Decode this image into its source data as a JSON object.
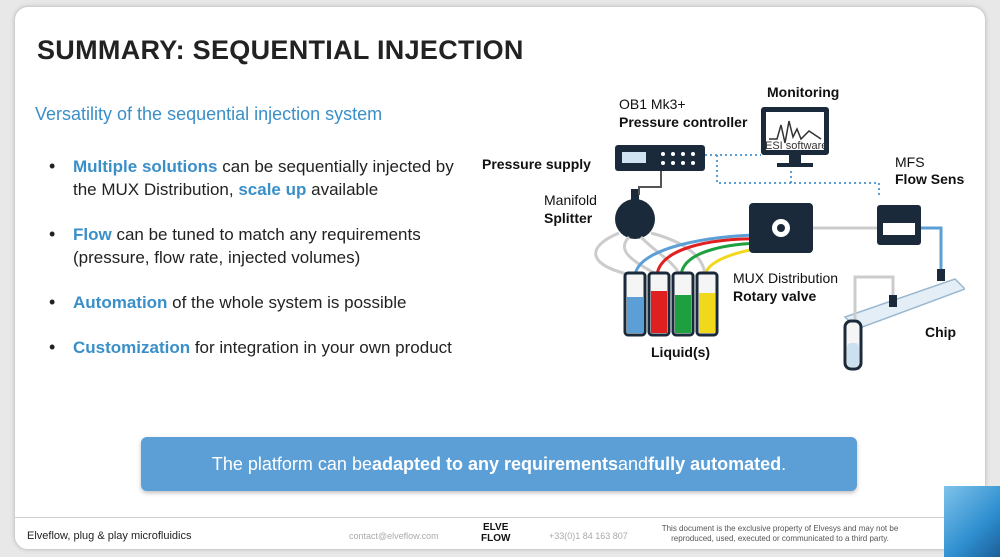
{
  "slide": {
    "title": "SUMMARY: SEQUENTIAL INJECTION",
    "subtitle": "Versatility of the sequential injection system",
    "bullets": [
      {
        "hl": "Multiple solutions",
        "text1": " can be sequentially injected by the MUX Distribution, ",
        "hl2": "scale up",
        "text2": " available"
      },
      {
        "hl": "Flow",
        "text1": " can be tuned to match any requirements (pressure, flow rate, injected volumes)"
      },
      {
        "hl": "Automation",
        "text1": " of the whole system is possible"
      },
      {
        "hl": "Customization",
        "text1": " for integration in your own product"
      }
    ],
    "banner": {
      "pre": "The platform can be ",
      "b1": "adapted to any requirements",
      "mid": " and ",
      "b2": "fully automated",
      "post": "."
    }
  },
  "diagram": {
    "pressure_supply": "Pressure supply",
    "ob1_line1": "OB1 Mk3+",
    "ob1_line2": "Pressure controller",
    "monitoring": "Monitoring",
    "esi": "ESI software",
    "mfs_line1": "MFS",
    "mfs_line2": "Flow Sensor",
    "manifold_line1": "Manifold",
    "manifold_line2": "Splitter",
    "mux_line1": "MUX Distribution",
    "mux_line2": "Rotary valve",
    "liquids": "Liquid(s)",
    "chip": "Chip"
  },
  "footer": {
    "left": "Elveflow, plug & play microfluidics",
    "email": "contact@elveflow.com",
    "logo_line1": "ELVE",
    "logo_line2": "FLOW",
    "phone": "+33(0)1 84 163 807",
    "legal": "This document is the exclusive property of Elvesys and may not be reproduced, used, executed or communicated to a third party."
  },
  "colors": {
    "accent": "#3a8fc8",
    "banner": "#5b9fd6",
    "liquid_blue": "#5b9fd6",
    "liquid_red": "#e02020",
    "liquid_green": "#1fa040",
    "liquid_yellow": "#f2d81a"
  }
}
